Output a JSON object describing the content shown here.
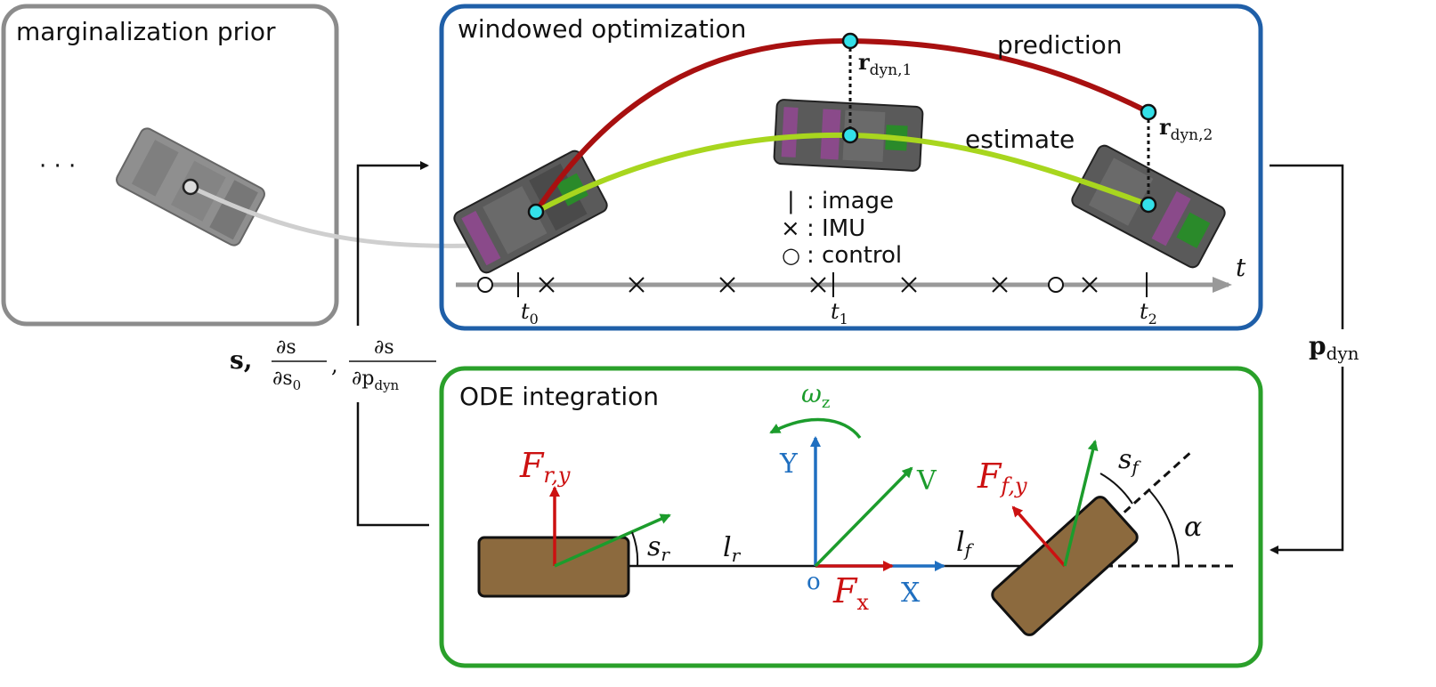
{
  "panels": {
    "marginalization": {
      "title": "marginalization prior",
      "ellipsis": "· · ·"
    },
    "windowed": {
      "title": "windowed optimization"
    },
    "ode": {
      "title": "ODE integration"
    }
  },
  "curves": {
    "prediction": "prediction",
    "estimate": "estimate"
  },
  "residuals": {
    "r1": {
      "main": "r",
      "sub": "dyn,1"
    },
    "r2": {
      "main": "r",
      "sub": "dyn,2"
    }
  },
  "legend": [
    {
      "symbol": "|",
      "label": ": image"
    },
    {
      "symbol": "×",
      "label": ": IMU"
    },
    {
      "symbol": "○",
      "label": ": control"
    }
  ],
  "timeline": {
    "axis_label": "t",
    "ticks": [
      {
        "main": "t",
        "sub": "0"
      },
      {
        "main": "t",
        "sub": "1"
      },
      {
        "main": "t",
        "sub": "2"
      }
    ]
  },
  "feedback": {
    "s": "s,",
    "ds_num": "∂s",
    "ds0_den": "∂s",
    "ds0_sub": "0",
    "dp_num": "∂s",
    "dp_den": "∂p",
    "dp_sub": "dyn",
    "comma": ",",
    "p_dyn_main": "p",
    "p_dyn_sub": "dyn"
  },
  "vehicle": {
    "F_ry": {
      "main": "F",
      "sub": "r,y"
    },
    "F_fy": {
      "main": "F",
      "sub": "f,y"
    },
    "F_x": {
      "main": "F",
      "sub": "x"
    },
    "omega": {
      "main": "ω",
      "sub": "z"
    },
    "Y": "Y",
    "X": "X",
    "V": "V",
    "O": "o",
    "s_r": {
      "main": "s",
      "sub": "r"
    },
    "s_f": {
      "main": "s",
      "sub": "f"
    },
    "l_r": {
      "main": "l",
      "sub": "r"
    },
    "l_f": {
      "main": "l",
      "sub": "f"
    },
    "alpha": "α"
  },
  "colors": {
    "grey_panel": "#8c8c8c",
    "blue_panel": "#1f5fa8",
    "green_panel": "#2aa02a",
    "prediction": "#a81010",
    "estimate": "#a8d61e",
    "node": "#33e0e8",
    "force": "#cc1111",
    "frame": "#1f6fc0",
    "velocity": "#1c9c2c",
    "wheel": "#8c6a3e"
  }
}
